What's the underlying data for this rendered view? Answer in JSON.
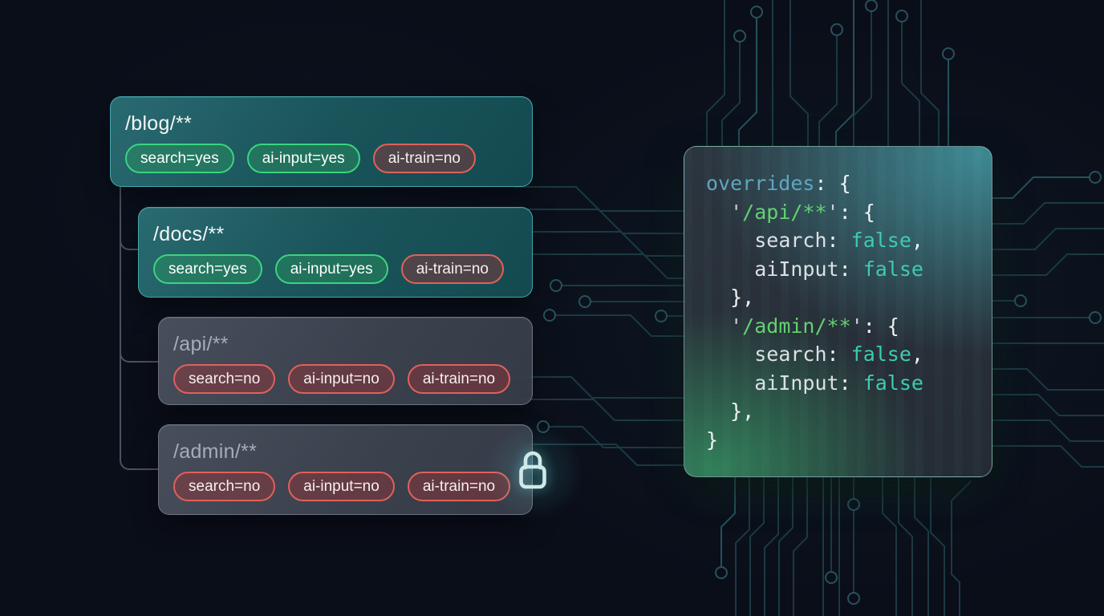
{
  "scene": {
    "background": "#0a0e19",
    "accent_teal": "#48aab0",
    "accent_green": "#3bd47f",
    "accent_red": "#e0615a"
  },
  "tree": {
    "cards": [
      {
        "path": "/blog/**",
        "variant": "allowed",
        "badges": [
          {
            "label": "search=yes",
            "state": "yes"
          },
          {
            "label": "ai-input=yes",
            "state": "yes"
          },
          {
            "label": "ai-train=no",
            "state": "no"
          }
        ]
      },
      {
        "path": "/docs/**",
        "variant": "allowed",
        "badges": [
          {
            "label": "search=yes",
            "state": "yes"
          },
          {
            "label": "ai-input=yes",
            "state": "yes"
          },
          {
            "label": "ai-train=no",
            "state": "no"
          }
        ]
      },
      {
        "path": "/api/**",
        "variant": "blocked",
        "badges": [
          {
            "label": "search=no",
            "state": "no"
          },
          {
            "label": "ai-input=no",
            "state": "no"
          },
          {
            "label": "ai-train=no",
            "state": "no"
          }
        ]
      },
      {
        "path": "/admin/**",
        "variant": "blocked",
        "locked": true,
        "badges": [
          {
            "label": "search=no",
            "state": "no"
          },
          {
            "label": "ai-input=no",
            "state": "no"
          },
          {
            "label": "ai-train=no",
            "state": "no"
          }
        ]
      }
    ]
  },
  "icons": {
    "lock": "padlock-outline"
  },
  "code_panel": {
    "lines": [
      {
        "segments": [
          {
            "text": "overrides",
            "token": "ident"
          },
          {
            "text": ": {",
            "token": "plain"
          }
        ]
      },
      {
        "segments": [
          {
            "text": "  ",
            "token": "plain"
          },
          {
            "text": "'",
            "token": "quote"
          },
          {
            "text": "/api/**",
            "token": "path"
          },
          {
            "text": "'",
            "token": "quote"
          },
          {
            "text": ": {",
            "token": "plain"
          }
        ]
      },
      {
        "segments": [
          {
            "text": "    ",
            "token": "plain"
          },
          {
            "text": "search",
            "token": "prop"
          },
          {
            "text": ": ",
            "token": "plain"
          },
          {
            "text": "false",
            "token": "bool"
          },
          {
            "text": ",",
            "token": "plain"
          }
        ]
      },
      {
        "segments": [
          {
            "text": "    ",
            "token": "plain"
          },
          {
            "text": "aiInput",
            "token": "prop"
          },
          {
            "text": ": ",
            "token": "plain"
          },
          {
            "text": "false",
            "token": "bool"
          }
        ]
      },
      {
        "segments": [
          {
            "text": "  },",
            "token": "plain"
          }
        ]
      },
      {
        "segments": [
          {
            "text": "  ",
            "token": "plain"
          },
          {
            "text": "'",
            "token": "quote"
          },
          {
            "text": "/admin/**",
            "token": "path"
          },
          {
            "text": "'",
            "token": "quote"
          },
          {
            "text": ": {",
            "token": "plain"
          }
        ]
      },
      {
        "segments": [
          {
            "text": "    ",
            "token": "plain"
          },
          {
            "text": "search",
            "token": "prop"
          },
          {
            "text": ": ",
            "token": "plain"
          },
          {
            "text": "false",
            "token": "bool"
          },
          {
            "text": ",",
            "token": "plain"
          }
        ]
      },
      {
        "segments": [
          {
            "text": "    ",
            "token": "plain"
          },
          {
            "text": "aiInput",
            "token": "prop"
          },
          {
            "text": ": ",
            "token": "plain"
          },
          {
            "text": "false",
            "token": "bool"
          }
        ]
      },
      {
        "segments": [
          {
            "text": "  },",
            "token": "plain"
          }
        ]
      },
      {
        "segments": [
          {
            "text": "}",
            "token": "plain"
          }
        ]
      }
    ]
  }
}
